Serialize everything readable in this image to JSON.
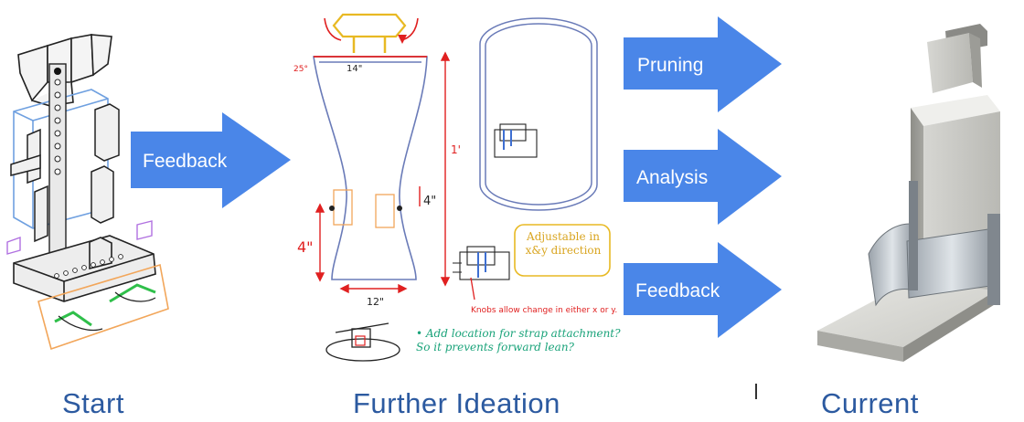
{
  "stages": {
    "start": "Start",
    "ideation": "Further Ideation",
    "current": "Current"
  },
  "arrows": {
    "feedback_main": "Feedback",
    "pruning": "Pruning",
    "analysis": "Analysis",
    "feedback_right": "Feedback"
  },
  "sketch_notes": {
    "top_width": "14\"",
    "angle": "25°",
    "height_right": "1'",
    "height_left": "4\"",
    "side_right": "4\"",
    "bottom_width": "12\"",
    "adjustable": "Adjustable in x&y direction",
    "knobs": "Knobs allow change in either x or y.",
    "strap": "• Add location for strap attachment? So it prevents forward lean?"
  },
  "colors": {
    "arrow_blue": "#4a86e8",
    "label_blue": "#2c5aa0",
    "sketch_red": "#e02020",
    "sketch_green": "#1aa37a",
    "sketch_yellow": "#e8b923"
  }
}
